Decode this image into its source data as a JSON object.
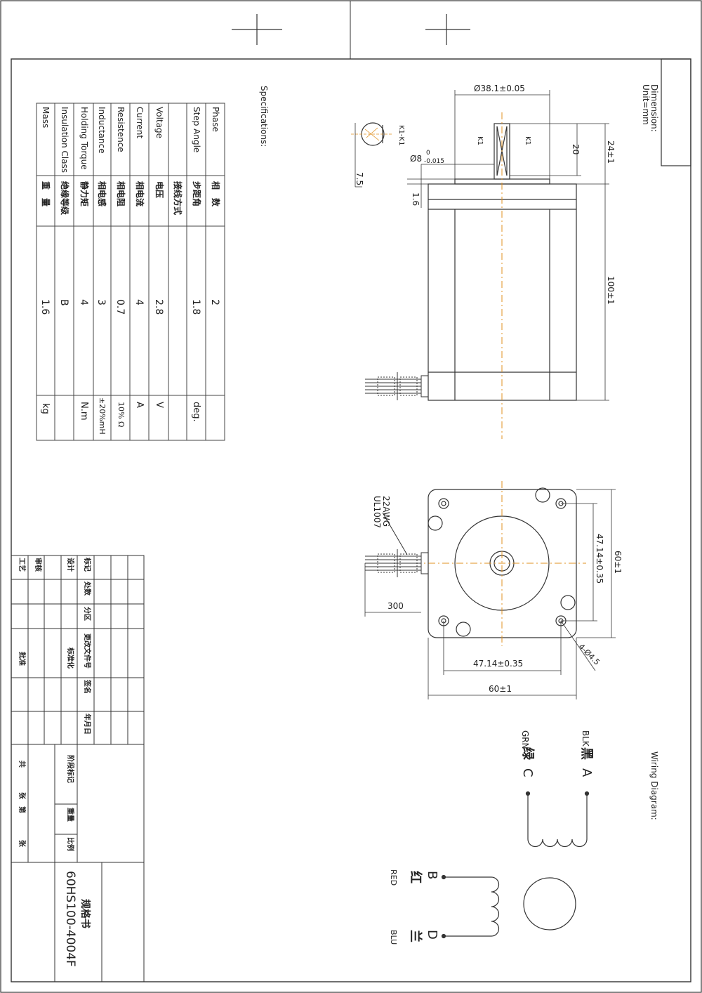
{
  "header": {
    "dimension_note": "Dimension:\nUnit=mm"
  },
  "specifications_title": "Specifications:",
  "wiring_title": "Wiring Diagram:",
  "spec_table": {
    "rows": [
      {
        "en": "Phase",
        "cn": "相　数",
        "value": "2",
        "unit": ""
      },
      {
        "en": "Step Angle",
        "cn": "步距角",
        "value": "1.8",
        "unit": "deg."
      },
      {
        "en": "",
        "cn": "接线方式",
        "value": "",
        "unit": ""
      },
      {
        "en": "Voltage",
        "cn": "电压",
        "value": "2.8",
        "unit": "V"
      },
      {
        "en": "Current",
        "cn": "相电流",
        "value": "4",
        "unit": "A"
      },
      {
        "en": "Resistence",
        "cn": "相电阻",
        "value": "0.7",
        "unit": "10% Ω"
      },
      {
        "en": "Inductance",
        "cn": "相电感",
        "value": "3",
        "unit": "±20%mH"
      },
      {
        "en": "Holding Torque",
        "cn": "静力矩",
        "value": "4",
        "unit": "N.m"
      },
      {
        "en": "Insulation Class",
        "cn": "绝缘等级",
        "value": "B",
        "unit": ""
      },
      {
        "en": "Mass",
        "cn": "重　量",
        "value": "1.6",
        "unit": "kg"
      }
    ]
  },
  "side_view": {
    "dims": {
      "flange_diameter": "Ø38.1±0.05",
      "shaft_diameter": "Ø8",
      "shaft_tol_upper": "0",
      "shaft_tol_lower": "-0.015",
      "shaft_total": "24±1",
      "flat_length": "20",
      "body_length": "100±1",
      "flange_thickness": "1.6",
      "flat_depth": "7.5"
    },
    "section_label": "K1-K1",
    "section_mark": "K1"
  },
  "front_view": {
    "dims": {
      "hole_spacing_v": "47.14±0.35",
      "body_h": "60±1",
      "hole_spacing_h": "47.14±0.35",
      "body_w": "60±1",
      "lead_length": "300",
      "holes": "4-Ø4.5"
    },
    "wire_gauge": "22AWG",
    "wire_type": "UL1007"
  },
  "wiring": {
    "A": {
      "en": "BLK",
      "cn": "黑",
      "letter": "A"
    },
    "C": {
      "en": "GRN",
      "cn": "绿",
      "letter": "C"
    },
    "B": {
      "en": "RED",
      "cn": "红",
      "letter": "B"
    },
    "D": {
      "en": "BLU",
      "cn": "兰",
      "letter": "D"
    }
  },
  "title_block": {
    "col_headers": [
      "标记",
      "处数",
      "分区",
      "更改文件号",
      "签名",
      "年月日"
    ],
    "row_labels": [
      "设计",
      "审核",
      "工艺",
      "标准化",
      "批准"
    ],
    "right_headers": [
      "阶段标记",
      "重量",
      "比例"
    ],
    "sheet_labels": [
      "共",
      "张",
      "第",
      "张"
    ],
    "doc_type": "规格书",
    "model": "60HS100-4004F"
  }
}
